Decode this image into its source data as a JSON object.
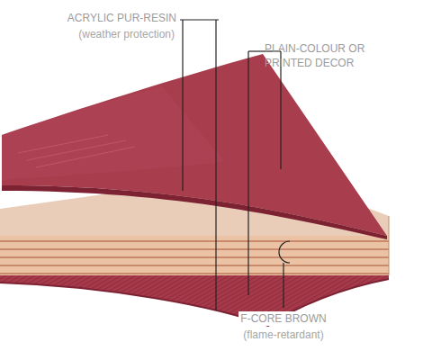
{
  "diagram": {
    "labels": [
      "ACRYLIC PUR-RESIN",
      "(weather protection)",
      "PLAIN-COLOUR OR PRINTED DECOR",
      "F-CORE BROWN",
      "(flame-retardant)"
    ]
  }
}
